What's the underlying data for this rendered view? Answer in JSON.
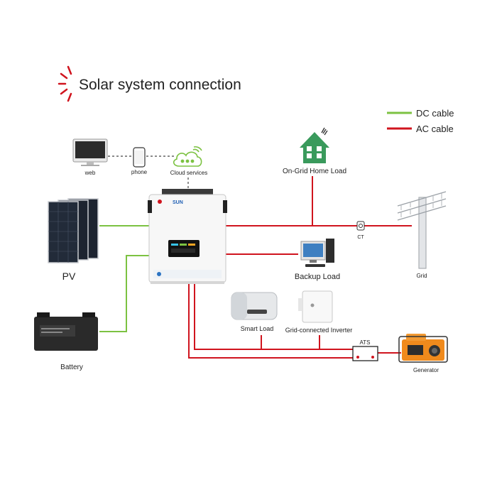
{
  "title": "Solar system connection",
  "legend": {
    "dc": {
      "label": "DC cable",
      "color": "#7cc242"
    },
    "ac": {
      "label": "AC cable",
      "color": "#d0141e"
    }
  },
  "inverter": {
    "brand": "SUN"
  },
  "nodes": {
    "web": "web",
    "phone": "phone",
    "cloud": "Cloud services",
    "home": "On-Grid Home Load",
    "pv": "PV",
    "battery": "Battery",
    "backup": "Backup Load",
    "grid": "Grid",
    "ct": "CT",
    "smart": "Smart Load",
    "gridinv": "Grid-connected Inverter",
    "ats": "ATS",
    "generator": "Generator"
  },
  "colors": {
    "accent": "#d0141e",
    "dc": "#7cc242",
    "ac": "#d0141e",
    "home_icon": "#3a9a5c",
    "generator": "#f08a1c"
  }
}
